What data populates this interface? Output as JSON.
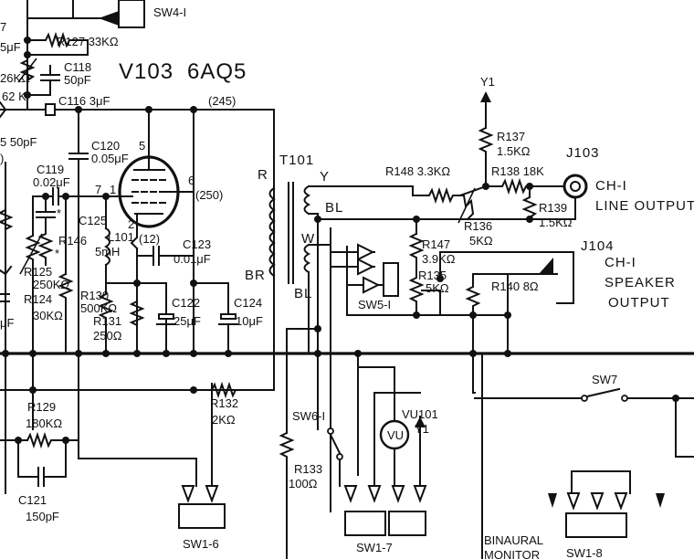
{
  "tube": {
    "name": "V103",
    "type": "6AQ5",
    "plate_voltage": "(245)",
    "screen_voltage": "(250)",
    "cathode_voltage": "(12)",
    "pin_grid": "7",
    "pin_plate": "5",
    "pin_screen": "6",
    "pin_cathode": "2",
    "pin_heater": "1"
  },
  "transformer": {
    "name": "T101",
    "primary_top": "R",
    "primary_bottom": "BR",
    "sec_y": "Y",
    "sec_bl1": "BL",
    "sec_w": "W",
    "sec_bl2": "BL"
  },
  "resistors": {
    "r124": "R124",
    "r124_val": "30KΩ",
    "r125": "R125",
    "r125_val": "250KΩ",
    "r126_val": "26KΩ",
    "r127": "R127 33KΩ",
    "r129": "R129",
    "r129_val": "180KΩ",
    "r130": "R130",
    "r130_val": "500KΩ",
    "r131": "R131",
    "r131_val": "250Ω",
    "r132": "R132",
    "r132_val": "2KΩ",
    "r133": "R133",
    "r133_val": "100Ω",
    "r135": "R135",
    "r135_val": "5KΩ",
    "r136": "R136",
    "r136_val": "5KΩ",
    "r137": "R137",
    "r137_val": "1.5KΩ",
    "r138": "R138 18K",
    "r139": "R139",
    "r139_val": "1.5KΩ",
    "r140": "R140 8Ω",
    "r146": "R146",
    "r147": "R147",
    "r147_val": "3.9KΩ",
    "r148": "R148 3.3KΩ"
  },
  "capacitors": {
    "c116": "C116 3μF",
    "c118": "C118",
    "c118_val": "50pF",
    "c119": "C119",
    "c119_val": "0.02μF",
    "c120": "C120",
    "c120_val": "0.05μF",
    "c121": "C121",
    "c121_val": "150pF",
    "c122": "C122",
    "c122_val": "25μF",
    "c123": "C123",
    "c123_val": "0.01μF",
    "c124": "C124",
    "c124_val": "10μF",
    "c125": "C125",
    "left_frag1": "7",
    "left_frag2": "5μF",
    "left_frag3": "5 50pF",
    "left_frag4": "62 K",
    "left_frag5": "μF",
    "left_frag6": ")"
  },
  "inductor": {
    "name": "L101",
    "value": "5mH"
  },
  "switches": {
    "sw4": "SW4-I",
    "sw5": "SW5-I",
    "sw6": "SW6-I",
    "sw7": "SW7",
    "sw1_6": "SW1-6",
    "sw1_7": "SW1-7",
    "sw1_8": "SW1-8"
  },
  "jacks": {
    "j103": "J103",
    "j103_l1": "CH-I",
    "j103_l2": "LINE OUTPUT",
    "j104": "J104",
    "j104_l1": "CH-I",
    "j104_l2": "SPEAKER",
    "j104_l3": "OUTPUT"
  },
  "meter": {
    "name": "VU101",
    "sym": "VU",
    "y1": "Y1"
  },
  "y1_top": "Y1",
  "binaural": {
    "l1": "BINAURAL",
    "l2": "MONITOR"
  },
  "marks": {
    "star1": "*",
    "star2": "*"
  }
}
